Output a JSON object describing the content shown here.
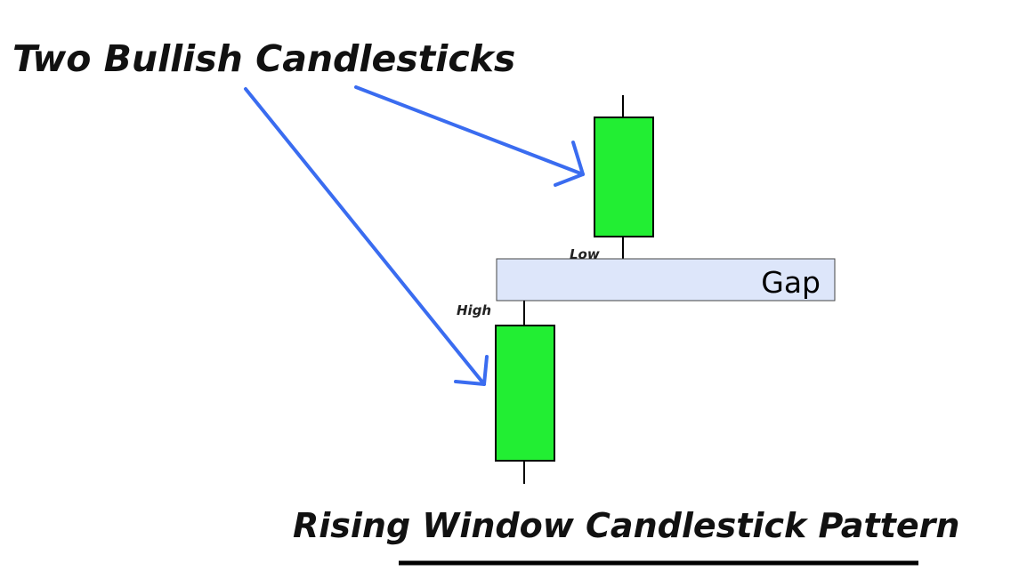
{
  "heading": "Two Bullish Candlesticks",
  "low_label": "Low",
  "high_label": "High",
  "gap_label": "Gap",
  "footer_title": "Rising Window Candlestick Pattern",
  "colors": {
    "candle_body": "#22ee33",
    "arrow": "#3a6cf0",
    "gap_box": "#dde6fa"
  }
}
